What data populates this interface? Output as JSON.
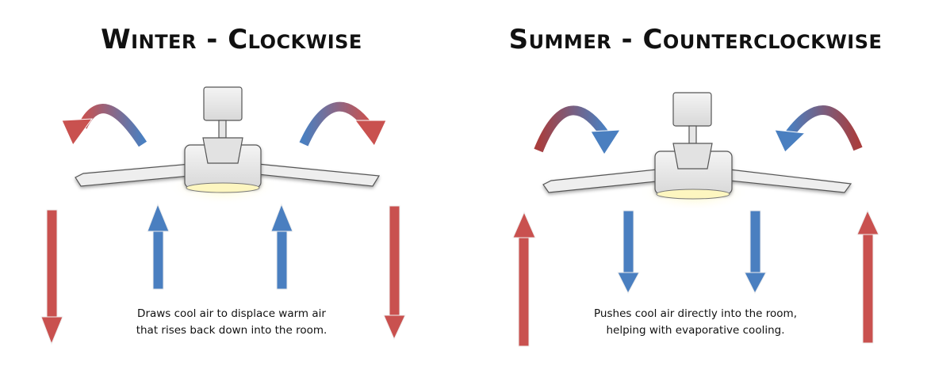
{
  "diagram": {
    "winter": {
      "title": "Winter - Clockwise",
      "caption_line1": "Draws cool air to displace warm air",
      "caption_line2": "that rises back down into the room."
    },
    "summer": {
      "title": "Summer - Counterclockwise",
      "caption_line1": "Pushes cool air directly into the room,",
      "caption_line2": "helping with evaporative cooling."
    },
    "colors": {
      "warm_air": "#c9514f",
      "cool_air": "#4a7fc0",
      "light": "#fdf6c0"
    },
    "icons": [
      "ceiling-fan-icon",
      "curved-arrow-icon",
      "up-arrow-icon",
      "down-arrow-icon"
    ]
  }
}
